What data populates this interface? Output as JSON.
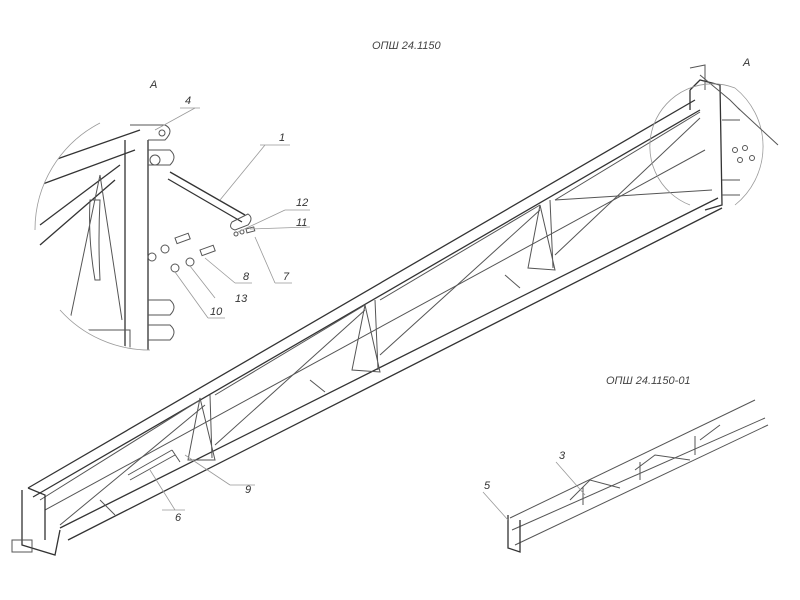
{
  "titles": {
    "main": "ОПШ 24.1150",
    "variant": "ОПШ 24.1150-01"
  },
  "detail_labels": {
    "left": "А",
    "right": "А"
  },
  "callouts": {
    "p1": "1",
    "p3": "3",
    "p4": "4",
    "p5": "5",
    "p6": "6",
    "p7": "7",
    "p8": "8",
    "p9": "9",
    "p10": "10",
    "p11": "11",
    "p12": "12",
    "p13": "13"
  }
}
